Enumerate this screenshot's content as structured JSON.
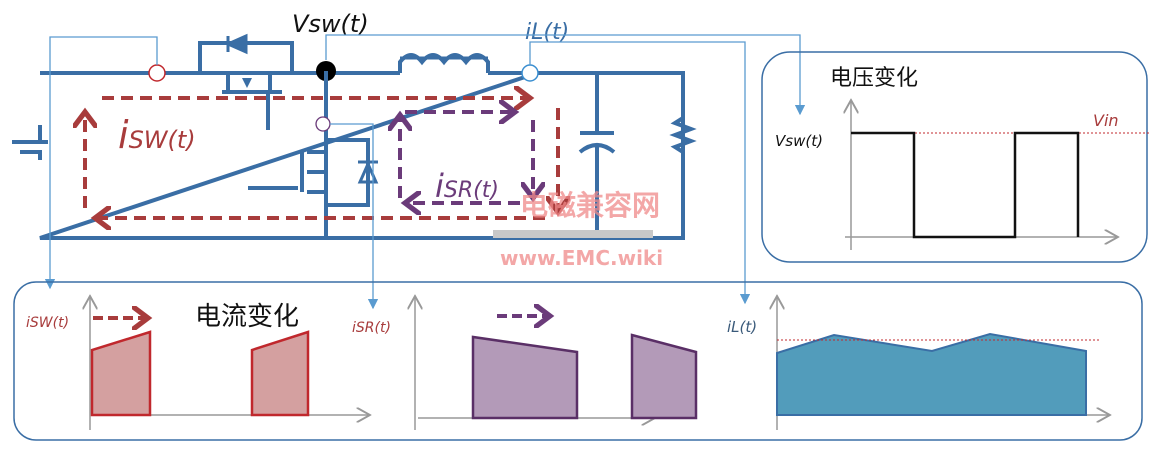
{
  "circuit": {
    "vsw_label": "Vsw(t)",
    "il_label": "iL(t)",
    "isw_label_i": "i",
    "isw_label_rest": "SW(t)",
    "isr_label_i": "i",
    "isr_label_rest": "SR(t)"
  },
  "voltage_panel": {
    "title": "电压变化",
    "y_label": "Vsw(t)",
    "ref_label": "Vin"
  },
  "current_panel": {
    "title": "电流变化",
    "isw_label": "iSW(t)",
    "isr_label": "iSR(t)",
    "il_label": "iL(t)"
  },
  "watermark": {
    "line1": "电磁兼容网",
    "line2": "www.EMC.wiki"
  },
  "colors": {
    "wire": "#3a6ea5",
    "isw": "#a83c3c",
    "isr": "#6b3b7a",
    "il": "#4f9aba"
  }
}
